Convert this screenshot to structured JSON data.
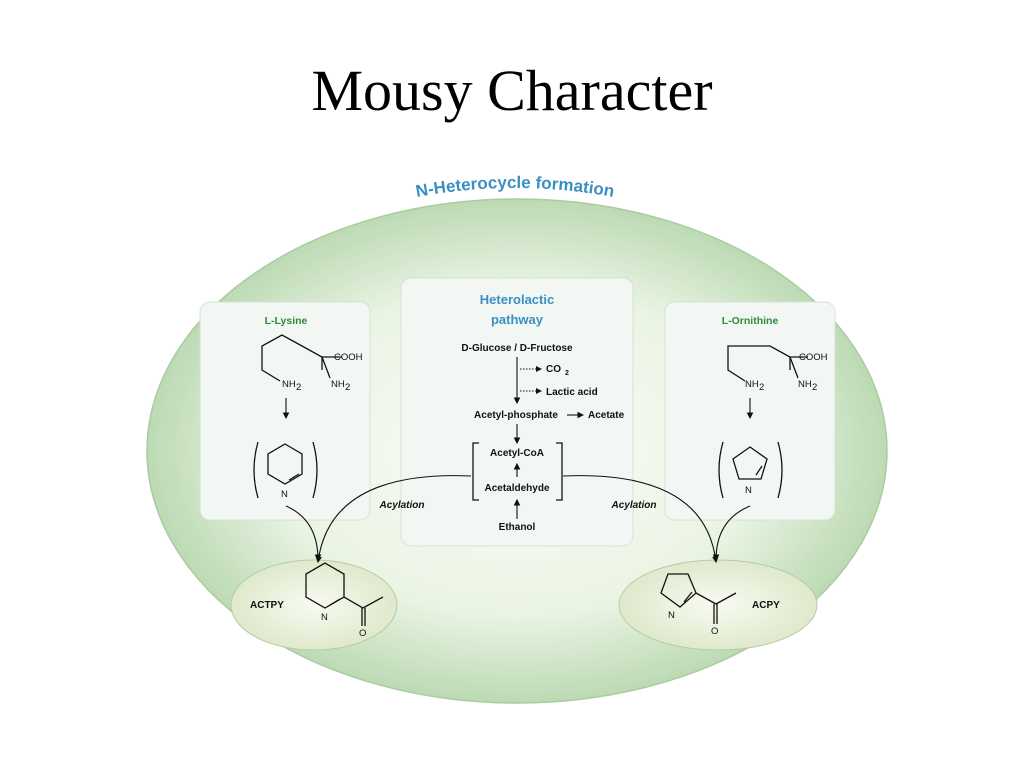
{
  "title": "Mousy Character",
  "diagram": {
    "heading": "N-Heterocycle formation",
    "center": {
      "title_line1": "Heterolactic",
      "title_line2": "pathway",
      "steps": [
        "D-Glucose / D-Fructose",
        "Acetyl-phosphate",
        "Acetyl-CoA",
        "Acetaldehyde",
        "Ethanol"
      ],
      "byproducts": [
        "CO",
        "Lactic acid",
        "Acetate"
      ],
      "co2_subscript": "2"
    },
    "left": {
      "title": "L-Lysine",
      "cooh": "COOH",
      "nh2_a": "NH",
      "nh2_b": "NH",
      "sub2": "2",
      "n": "N",
      "product": "ACTPY",
      "product_n": "N",
      "product_o": "O",
      "acylation": "Acylation"
    },
    "right": {
      "title": "L-Ornithine",
      "cooh": "COOH",
      "nh2_a": "NH",
      "nh2_b": "NH",
      "sub2": "2",
      "n": "N",
      "product": "ACPY",
      "product_n": "N",
      "product_o": "O",
      "acylation": "Acylation"
    },
    "colors": {
      "heading": "#3a8fc4",
      "side_title": "#2f8a3a",
      "ellipse_center": "#f7fbf3",
      "ellipse_edge": "#b9d9b2",
      "panel": "#f4f7f6"
    }
  }
}
